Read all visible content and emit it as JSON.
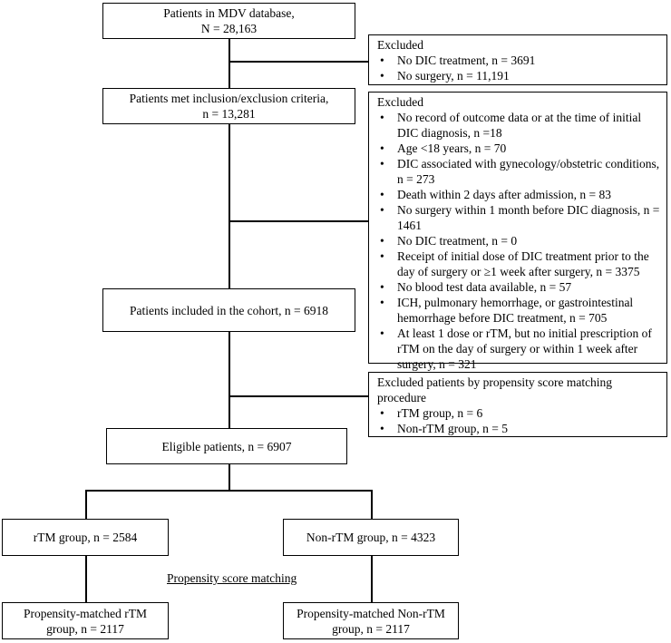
{
  "boxes": {
    "mdv": [
      "Patients in MDV database,",
      "N = 28,163"
    ],
    "criteria": [
      "Patients met inclusion/exclusion criteria,",
      "n = 13,281"
    ],
    "cohort": [
      "Patients included in the cohort, n = 6918"
    ],
    "eligible": [
      "Eligible patients, n = 6907"
    ],
    "rtm": [
      "rTM group, n = 2584"
    ],
    "nonrtm": [
      "Non-rTM group, n = 4323"
    ],
    "matched_rtm": [
      "Propensity-matched rTM",
      "group, n = 2117"
    ],
    "matched_nonrtm": [
      "Propensity-matched Non-rTM",
      "group, n = 2117"
    ]
  },
  "excluded_1": {
    "title": "Excluded",
    "items": [
      "No DIC treatment, n = 3691",
      "No surgery, n = 11,191"
    ]
  },
  "excluded_2": {
    "title": "Excluded",
    "items": [
      "No record of outcome data or at the time of initial DIC diagnosis, n =18",
      "Age <18 years, n = 70",
      "DIC associated with gynecology/obstetric conditions, n = 273",
      "Death within 2 days after admission, n = 83",
      "No surgery within 1 month before DIC diagnosis, n = 1461",
      "No DIC treatment, n = 0",
      "Receipt of initial dose of DIC treatment prior to the day of surgery or ≥1 week after surgery, n = 3375",
      "No blood test data available, n = 57",
      "ICH, pulmonary hemorrhage, or gastrointestinal hemorrhage before DIC treatment, n = 705",
      "At least 1 dose or rTM, but no initial prescription of rTM on the day of surgery or within 1 week after surgery, n = 321"
    ]
  },
  "excluded_3": {
    "title": "Excluded patients by propensity score matching procedure",
    "items": [
      "rTM group, n = 6",
      "Non-rTM group, n = 5"
    ]
  },
  "matching_label": "Propensity score matching"
}
